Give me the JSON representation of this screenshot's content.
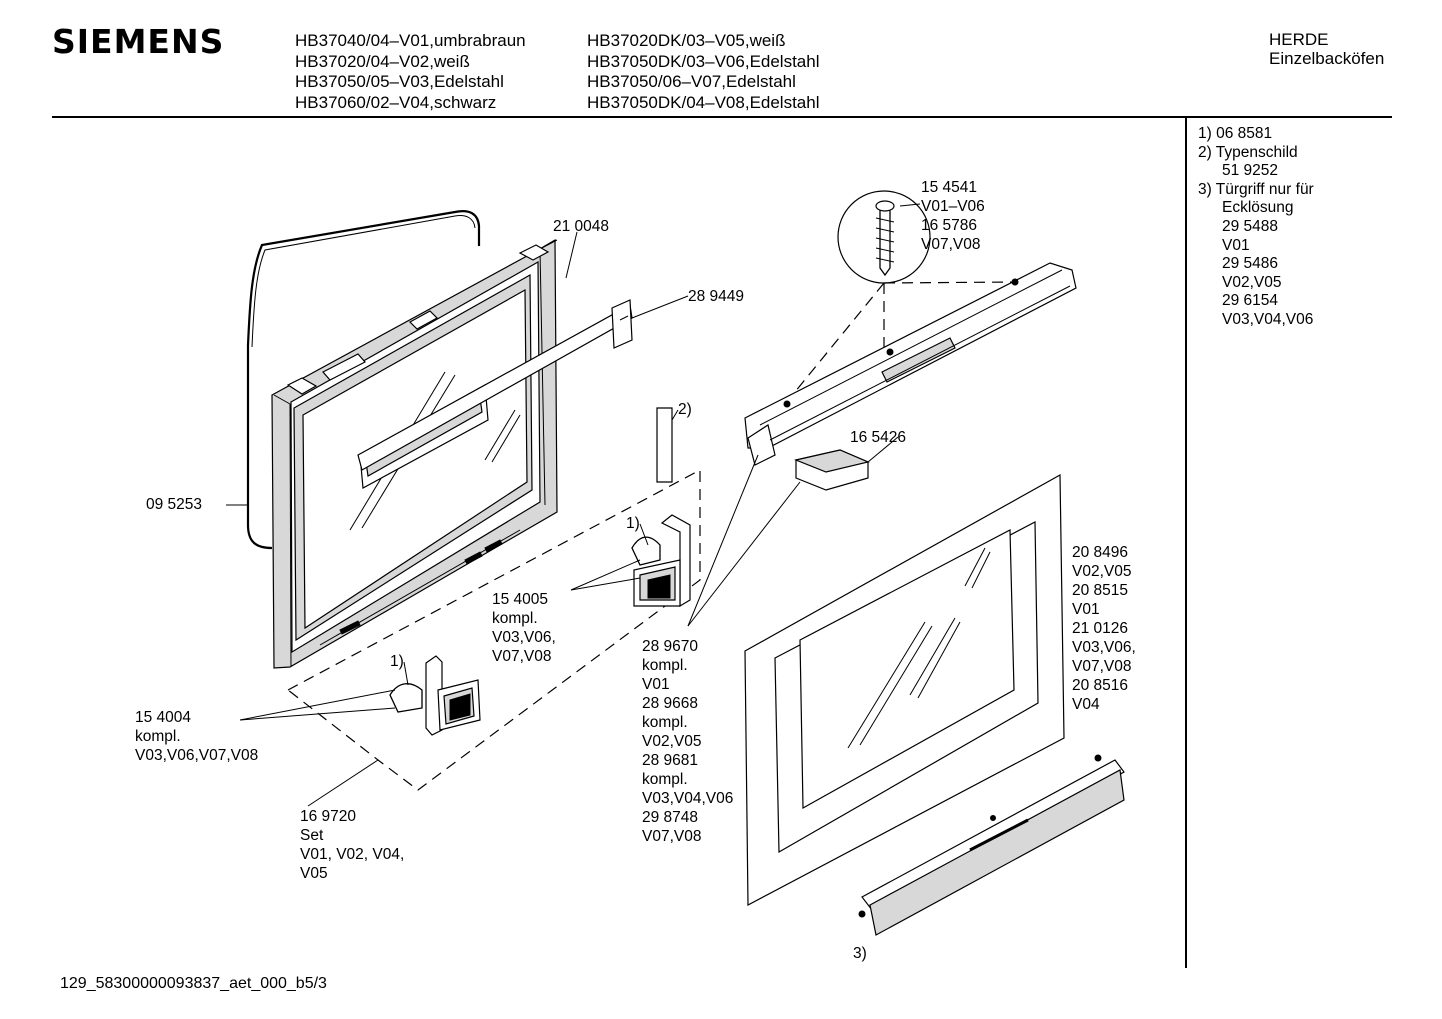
{
  "header": {
    "brand": "SIEMENS",
    "models_left": [
      "HB37040/04–V01,umbrabraun",
      "HB37020/04–V02,weiß",
      "HB37050/05–V03,Edelstahl",
      "HB37060/02–V04,schwarz"
    ],
    "models_right": [
      "HB37020DK/03–V05,weiß",
      "HB37050DK/03–V06,Edelstahl",
      "HB37050/06–V07,Edelstahl",
      "HB37050DK/04–V08,Edelstahl"
    ],
    "category": "HERDE",
    "subcategory": "Einzelbacköfen"
  },
  "notes": [
    {
      "text": "1)  06 8581",
      "indent": false
    },
    {
      "text": "2)  Typenschild",
      "indent": false
    },
    {
      "text": "51 9252",
      "indent": true
    },
    {
      "text": "3)  Türgriff nur für",
      "indent": false
    },
    {
      "text": "Ecklösung",
      "indent": true
    },
    {
      "text": "29 5488",
      "indent": true
    },
    {
      "text": "V01",
      "indent": true
    },
    {
      "text": "29 5486",
      "indent": true
    },
    {
      "text": "V02,V05",
      "indent": true
    },
    {
      "text": "29 6154",
      "indent": true
    },
    {
      "text": "V03,V04,V06",
      "indent": true
    }
  ],
  "labels": {
    "p210048": [
      "21 0048"
    ],
    "p289449": [
      "28 9449"
    ],
    "p095253": [
      "09 5253"
    ],
    "p154541": [
      "15 4541",
      "V01–V06",
      "16 5786",
      "V07,V08"
    ],
    "note2": [
      "2)"
    ],
    "p165426": [
      "16 5426"
    ],
    "note1a": [
      "1)"
    ],
    "p154005": [
      "15 4005",
      "kompl.",
      "V03,V06,",
      "V07,V08"
    ],
    "note1b": [
      "1)"
    ],
    "p154004": [
      "15 4004",
      "kompl.",
      "V03,V06,V07,V08"
    ],
    "p169720": [
      "16 9720",
      "Set",
      "V01, V02, V04,",
      "V05"
    ],
    "p289670": [
      "28 9670",
      "kompl.",
      "V01",
      "28 9668",
      "kompl.",
      "V02,V05",
      "28 9681",
      "kompl.",
      "V03,V04,V06",
      "29 8748",
      "V07,V08"
    ],
    "p208496": [
      "20 8496",
      "V02,V05",
      "20 8515",
      "V01",
      "21 0126",
      "V03,V06,",
      "V07,V08",
      "20 8516",
      "V04"
    ],
    "note3": [
      "3)"
    ]
  },
  "footer": "129_58300000093837_aet_000_b5/3"
}
